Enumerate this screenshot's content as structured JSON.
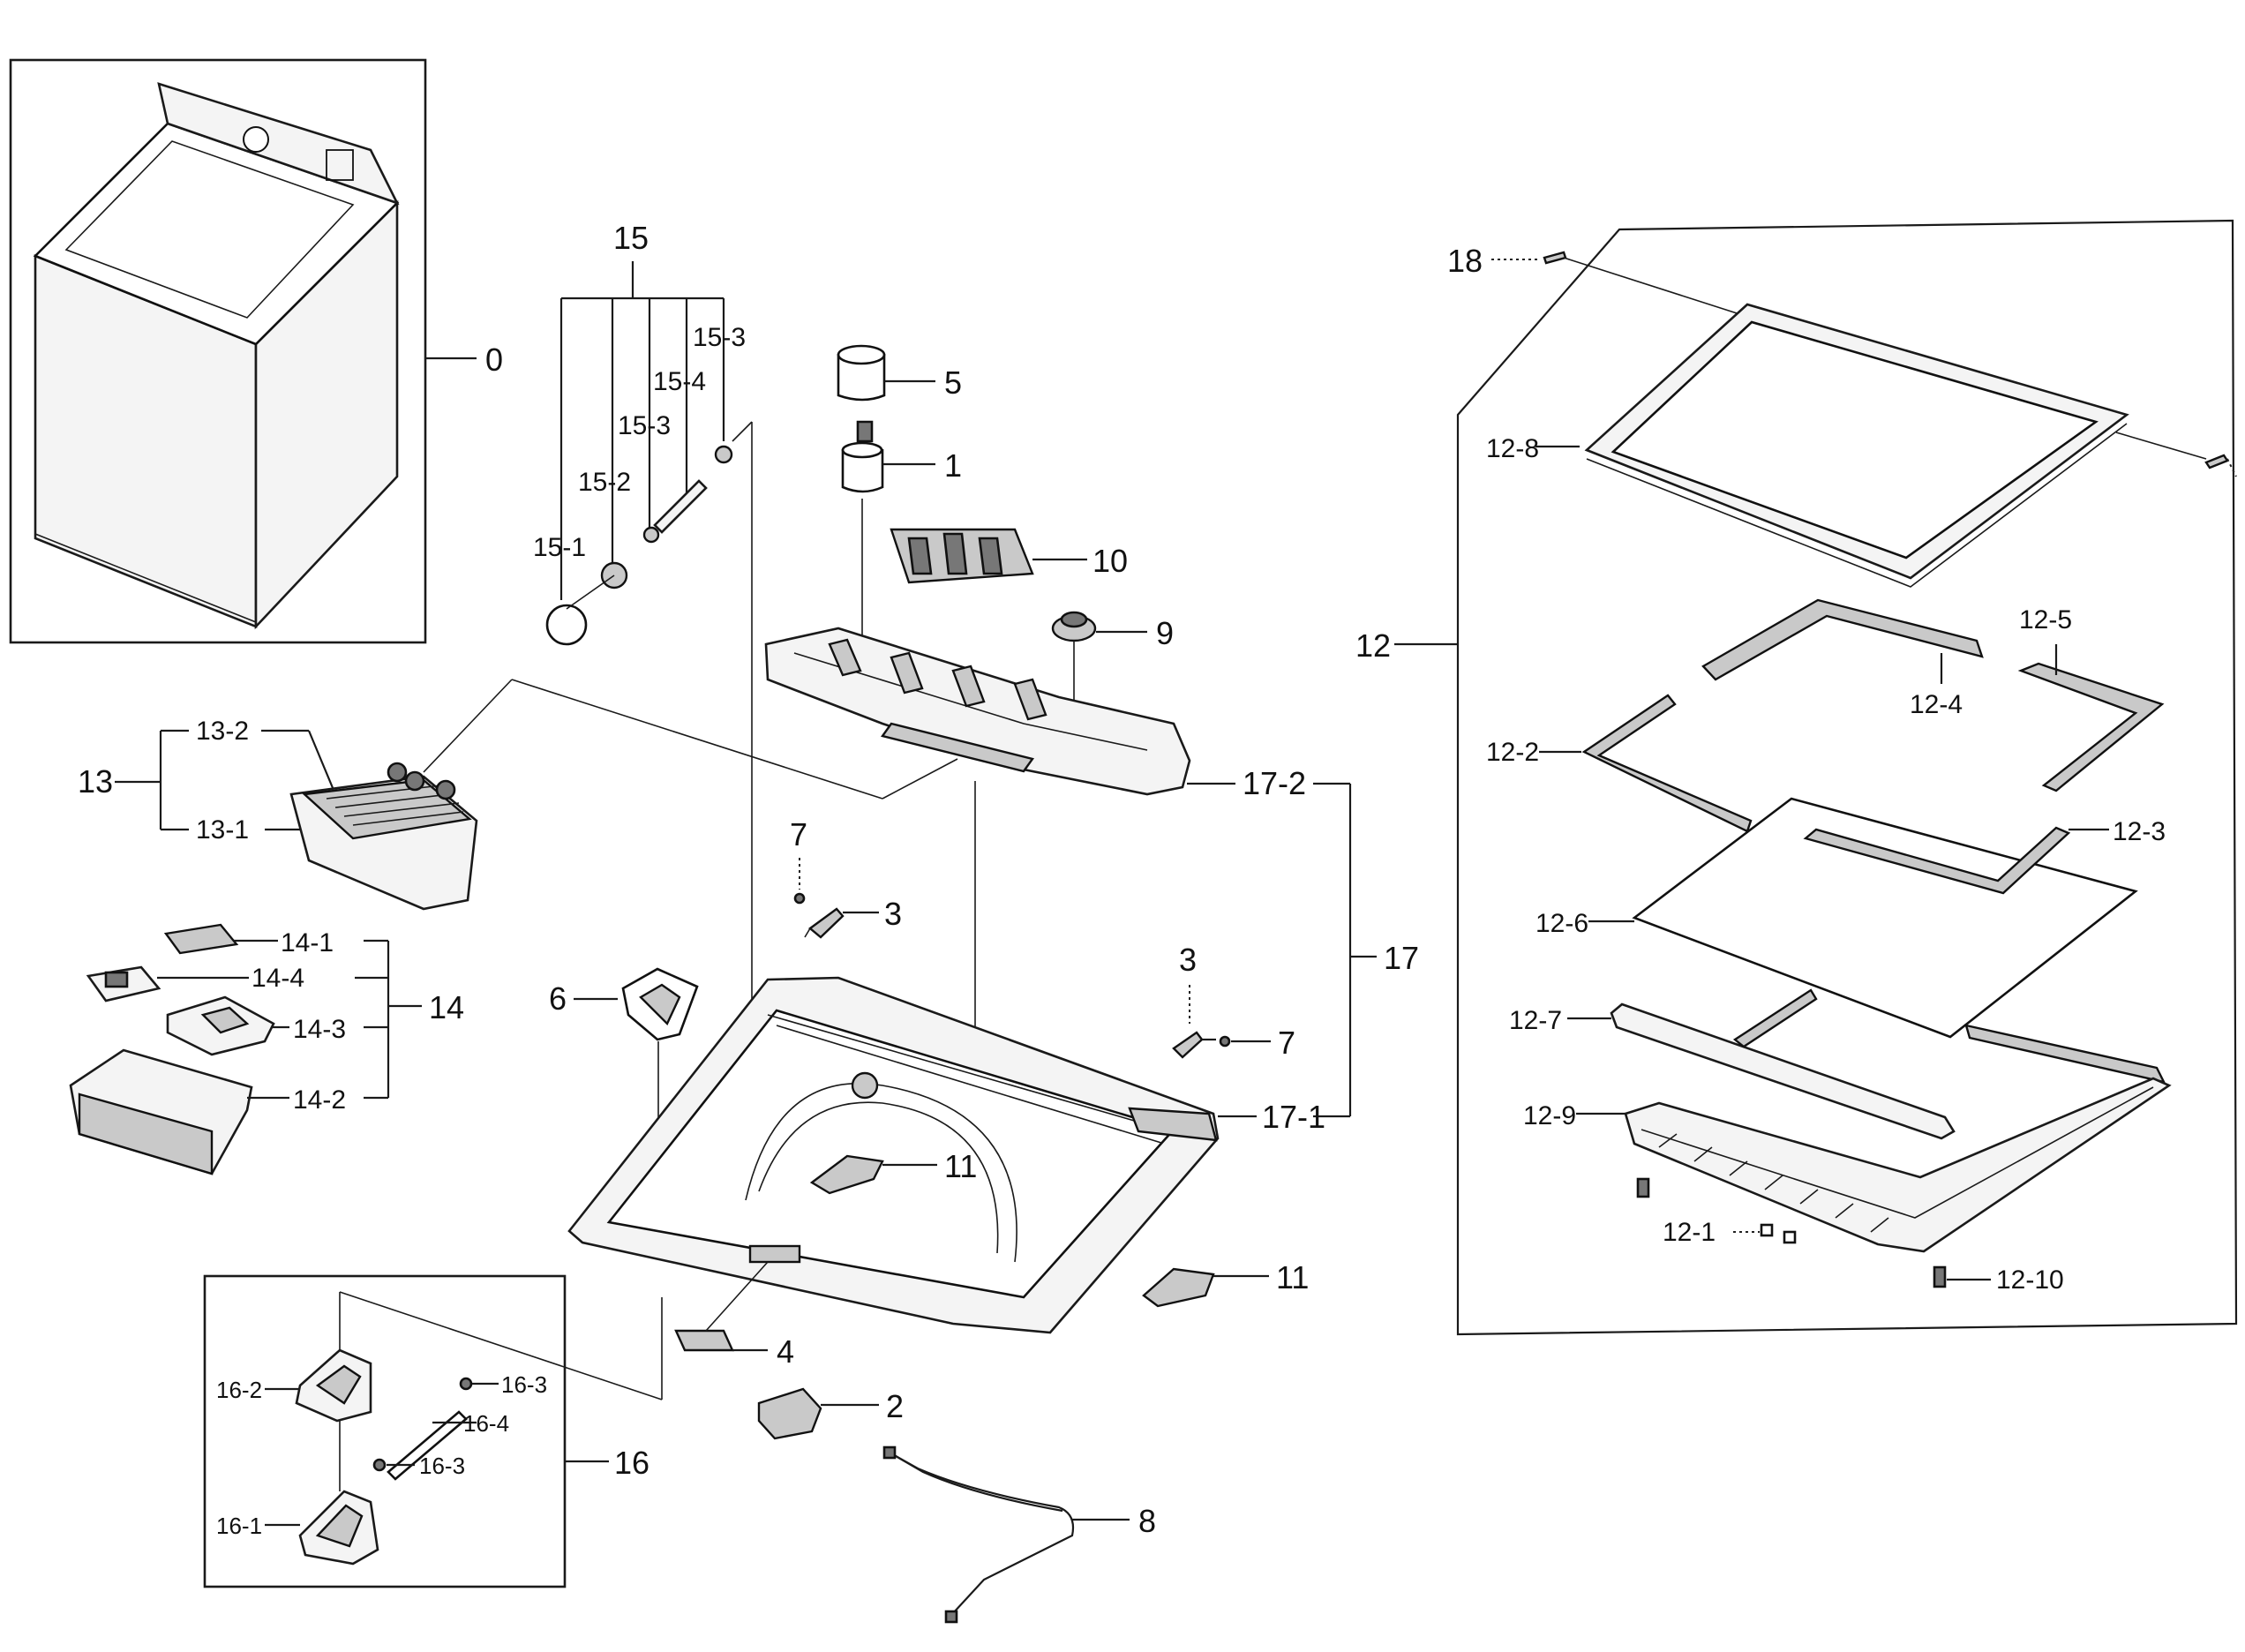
{
  "title": "",
  "callouts": {
    "c0": "0",
    "c1": "1",
    "c2": "2",
    "c3a": "3",
    "c3b": "3",
    "c4": "4",
    "c5": "5",
    "c6": "6",
    "c7a": "7",
    "c7b": "7",
    "c8": "8",
    "c9": "9",
    "c10": "10",
    "c11a": "11",
    "c11b": "11",
    "c12": "12",
    "c12_1": "12-1",
    "c12_2": "12-2",
    "c12_3": "12-3",
    "c12_4": "12-4",
    "c12_5": "12-5",
    "c12_6": "12-6",
    "c12_7": "12-7",
    "c12_8": "12-8",
    "c12_9": "12-9",
    "c12_10": "12-10",
    "c13": "13",
    "c13_1": "13-1",
    "c13_2": "13-2",
    "c14": "14",
    "c14_1": "14-1",
    "c14_2": "14-2",
    "c14_3": "14-3",
    "c14_4": "14-4",
    "c15": "15",
    "c15_1": "15-1",
    "c15_2": "15-2",
    "c15_3a": "15-3",
    "c15_3b": "15-3",
    "c15_4": "15-4",
    "c16": "16",
    "c16_1": "16-1",
    "c16_2": "16-2",
    "c16_3a": "16-3",
    "c16_3b": "16-3",
    "c16_4": "16-4",
    "c17": "17",
    "c17_1": "17-1",
    "c17_2": "17-2",
    "c18": "18"
  }
}
